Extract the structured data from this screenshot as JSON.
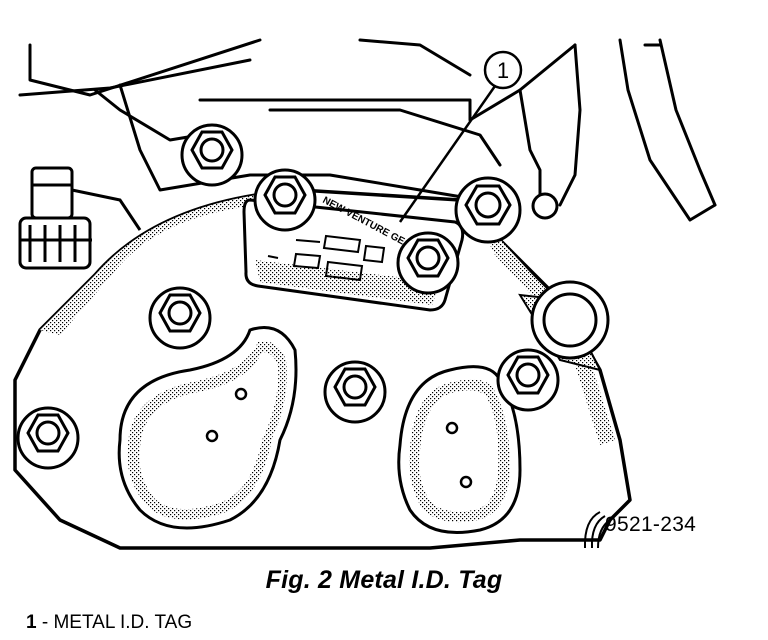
{
  "diagram": {
    "callout": {
      "number": "1"
    },
    "tag_text": "NEW VENTURE GEAR",
    "figure_number": "9521-234"
  },
  "caption": "Fig. 2 Metal I.D. Tag",
  "legend": {
    "number": "1",
    "separator": " - ",
    "text": "METAL I.D. TAG"
  }
}
